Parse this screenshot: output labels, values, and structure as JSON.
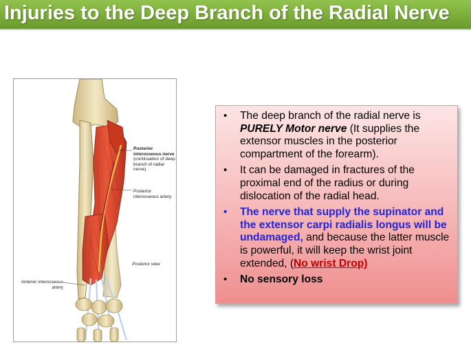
{
  "slide": {
    "title": "Injuries to the Deep Branch of the Radial Nerve"
  },
  "figure": {
    "labels": {
      "pin_bold": "Posterior interosseous nerve",
      "pin_sub": "(continuation of deep branch of radial nerve)",
      "pia": "Posterior interosseous artery",
      "view": "Posterior view",
      "aia": "Anterior interosseous artery"
    }
  },
  "bullets": {
    "b1_pre": "The deep branch of the radial nerve is ",
    "b1_em": "PURELY Motor nerve",
    "b1_post": " (It supplies the extensor muscles in the posterior compartment of the forearm).",
    "b2": "It can be damaged in fractures of the proximal end of the radius or during dislocation of the radial head.",
    "b3_blue": "The nerve that supply the supinator and the extensor carpi radialis longus will be undamaged,",
    "b3_mid": " and because the latter muscle is powerful, it will keep the wrist joint extended, (",
    "b3_red": "No wrist Drop)",
    "b4": "No sensory loss",
    "marker": "•"
  },
  "colors": {
    "title_green": "#7cad3a",
    "box_pink_top": "#fde5e5",
    "box_pink_bottom": "#ef8f8f",
    "highlight_blue": "#2424d6",
    "highlight_red": "#c00000",
    "muscle_red": "#d9452a",
    "bone": "#e8d9a8",
    "nerve": "#f2e25a"
  }
}
